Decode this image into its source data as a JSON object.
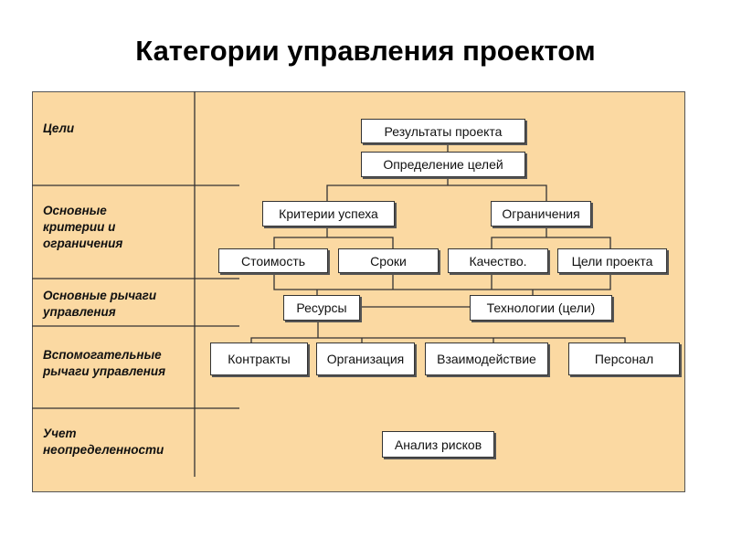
{
  "title": "Категории управления проектом",
  "rows": [
    "Цели",
    "Основные критерии и ограничения",
    "Основные рычаги управления",
    "Вспомогательные рычаги управления",
    "Учет неопределенности"
  ],
  "boxes": {
    "results": "Результаты проекта",
    "goals_def": "Определение целей",
    "success": "Критерии успеха",
    "limits": "Ограничения",
    "cost": "Стоимость",
    "terms": "Сроки",
    "quality": "Качество.",
    "project_goals": "Цели проекта",
    "resources": "Ресурсы",
    "tech": "Технологии (цели)",
    "contracts": "Контракты",
    "org": "Организация",
    "interaction": "Взаимодействие",
    "staff": "Персонал",
    "risk": "Анализ рисков"
  }
}
